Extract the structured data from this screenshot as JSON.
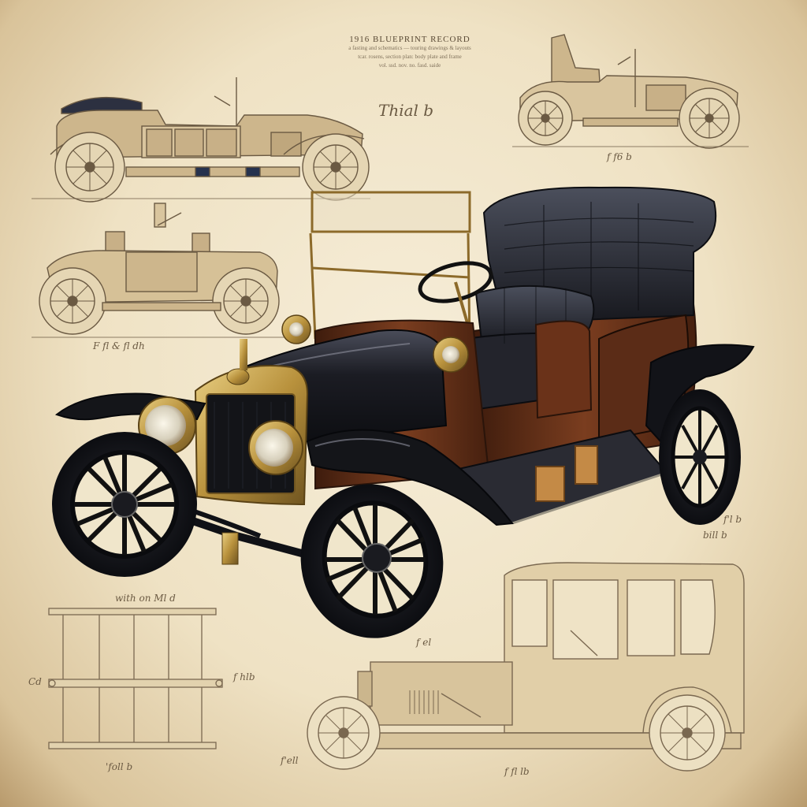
{
  "image": {
    "subject": "vintage-automobile-blueprint-sheet",
    "palette": {
      "paper": "#efe3c6",
      "paper_edge": "#b89a6c",
      "ink": "#6b5a43",
      "sketch_fill": "#d8c49c",
      "car_black": "#15161c",
      "car_wood": "#5a2b16",
      "brass": "#b8913c"
    }
  },
  "sheet_text": {
    "header": "1916 BLUEPRINT RECORD",
    "header_lines": [
      "a fasting and schematics — touring drawings & layouts",
      "tcar. rosens, section plan: body plate and frame",
      "vol. ssd. nov. no. fasd. saide"
    ],
    "signature": "Thial b"
  },
  "captions": [
    "f f6 b",
    "F fl & fl dh",
    "f'l b",
    "bill b",
    "with on Ml d",
    "f el",
    "f hlb",
    "Cd",
    "'foll b",
    "f'ell",
    "f fl lb"
  ]
}
